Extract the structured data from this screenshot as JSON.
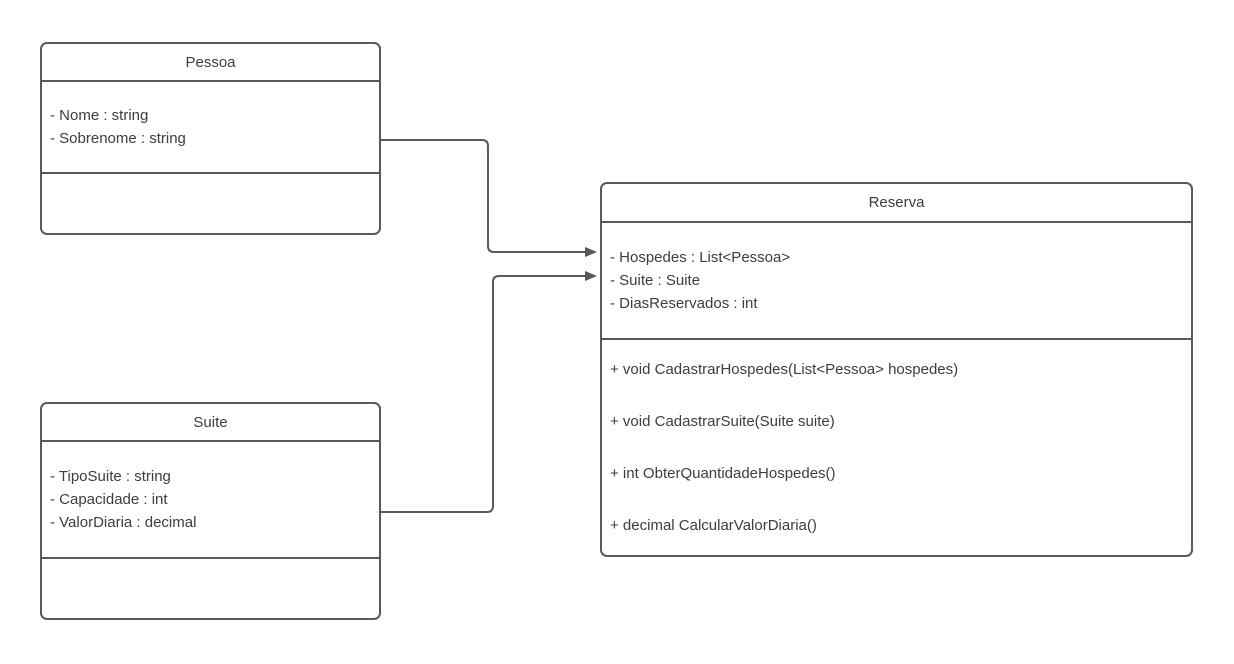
{
  "diagram": {
    "kind": "uml-class-diagram",
    "background_color": "#ffffff",
    "stroke_color": "#595959",
    "text_color": "#3d3d3d",
    "classes": [
      {
        "name": "Pessoa",
        "attributes": [
          "- Nome : string",
          "- Sobrenome : string"
        ],
        "methods": []
      },
      {
        "name": "Suite",
        "attributes": [
          "- TipoSuite : string",
          "- Capacidade : int",
          "- ValorDiaria : decimal"
        ],
        "methods": []
      },
      {
        "name": "Reserva",
        "attributes": [
          "- Hospedes : List<Pessoa>",
          "- Suite : Suite",
          "- DiasReservados : int"
        ],
        "methods": [
          "+ void CadastrarHospedes(List<Pessoa> hospedes)",
          "+ void CadastrarSuite(Suite suite)",
          "+ int ObterQuantidadeHospedes()",
          "+ decimal CalcularValorDiaria()"
        ]
      }
    ],
    "connections": [
      {
        "from": "Pessoa",
        "to": "Reserva",
        "style": "orthogonal",
        "arrowhead": "filled-triangle"
      },
      {
        "from": "Suite",
        "to": "Reserva",
        "style": "orthogonal",
        "arrowhead": "filled-triangle"
      }
    ]
  }
}
